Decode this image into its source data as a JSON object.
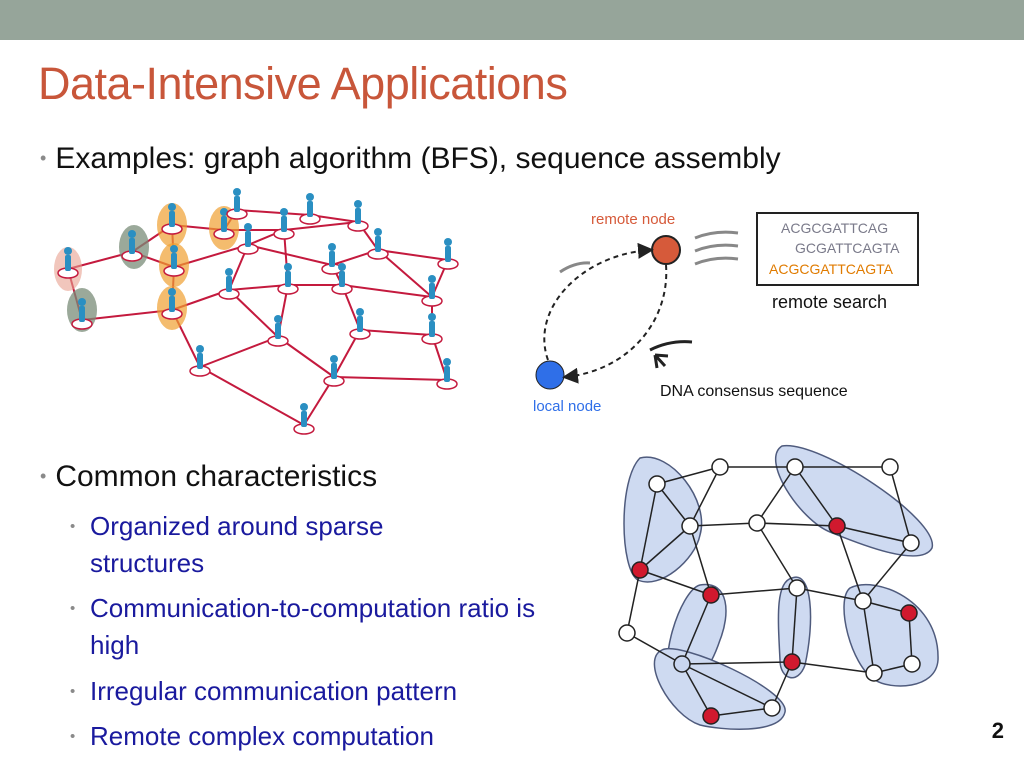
{
  "slide": {
    "title": "Data-Intensive Applications",
    "number": "2"
  },
  "bullets": {
    "examples": "Examples: graph algorithm (BFS), sequence assembly",
    "common": "Common characteristics",
    "sub": [
      "Organized around sparse structures",
      "Communication-to-computation ratio is high",
      "Irregular communication pattern",
      "Remote complex computation"
    ]
  },
  "remote_diagram": {
    "remote_node_label": "remote node",
    "local_node_label": "local node",
    "sequences": [
      "ACGCGATTCAG",
      "GCGATTCAGTA",
      "ACGCGATTCAGTA"
    ],
    "remote_search_label": "remote search",
    "consensus_label": "DNA consensus sequence"
  },
  "colors": {
    "title": "#c8563a",
    "sub_bullet_text": "#1a1a9e",
    "remote_node": "#d65a3a",
    "local_node": "#2f6fe8",
    "highlight_orange": "#f0a030",
    "highlight_gray": "#7a8c78",
    "highlight_pink": "#e8a090",
    "cluster_fill": "#c9d6f0",
    "red_vertex": "#d0192e"
  }
}
